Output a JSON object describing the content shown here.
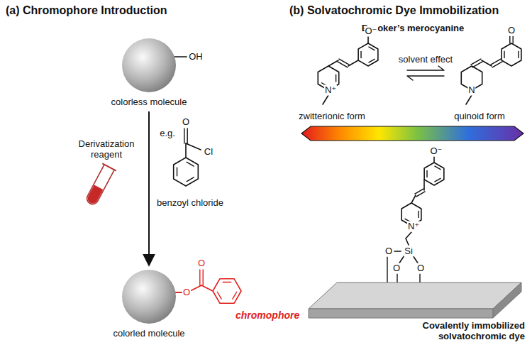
{
  "diagram": {
    "nodes": [
      {
        "text": [
          "colorless molecule"
        ]
      },
      {
        "text": [
          "colorled molecule"
        ]
      }
    ],
    "edges": [
      {
        "from": 0,
        "to": 1,
        "arrow": "to",
        "label": "Derivatization reagent"
      }
    ],
    "labels": [
      "(a) Chromophore Introduction",
      "(b) Solvatochromic Dye Immobilization",
      "OH",
      "e.g.",
      "O",
      "Cl",
      "benzoyl chloride",
      "O",
      "O",
      "chromophore",
      "Brooker’s merocyanine",
      "O⁻",
      "N⁺",
      "solvent effect",
      "O",
      "N",
      "zwitterionic form",
      "quinoid form",
      "O⁻",
      "N⁺",
      "O",
      "Si",
      "O",
      "O",
      "Covalently immobilized solvatochromic dye"
    ]
  }
}
